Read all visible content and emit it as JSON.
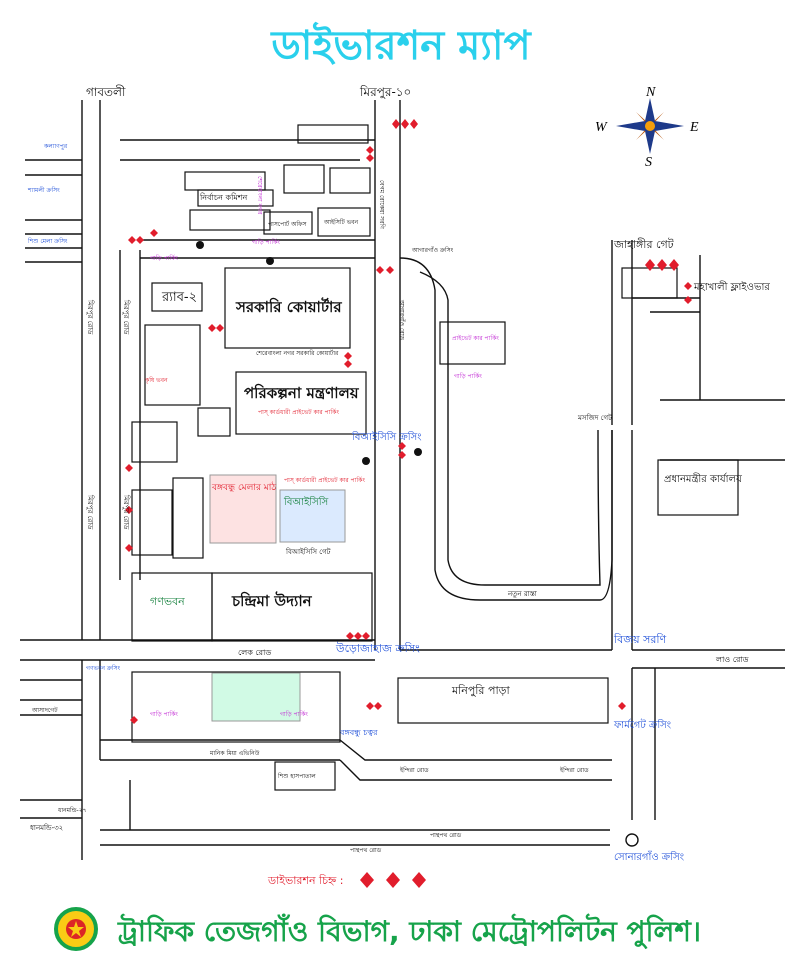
{
  "title": "ডাইভারশন ম্যাপ",
  "footer": "ট্রাফিক তেজগাঁও বিভাগ, ঢাকা মেট্রোপলিটন পুলিশ।",
  "colors": {
    "title": "#2ad0ec",
    "footer": "#16a34a",
    "road": "#111111",
    "parking": "#c026d3",
    "diversion": "#e11d2c",
    "crossing": "#1d4ed8",
    "green": "#15803d",
    "compass": "#1e3a8a"
  },
  "compass": {
    "n": "N",
    "e": "E",
    "s": "S",
    "w": "W"
  },
  "legend": {
    "label": "ডাইভারশন চিহ্ন :"
  },
  "labels": {
    "gabtoli": "গাবতলী",
    "mirpur10": "মিরপুর-১০",
    "kallyanpur": "কল্যাণপুর",
    "shyamoli": "শ্যামলী ক্রসিং",
    "shishumela": "শিশু মেলা ক্রসিং",
    "mirpur_road_a": "মিরপুর রোড",
    "mirpur_road_b": "মিরপুর রোড",
    "mirpur_road_c": "মিরপুর রোড",
    "mirpur_road_d": "মিরপুর রোড",
    "begum_rokeya": "বেগম রোকেয়া সরণি",
    "jahangir_gate": "জাহাঙ্গীর গেট",
    "mohakhali": "মহাখালী ফ্লাইওভার",
    "agargaon_crossing": "আগারগাঁও ক্রসিং",
    "rab2": "র‍্যাব-২",
    "sarkari": "সরকারি কোয়ার্টার",
    "planning": "পরিকল্পনা মন্ত্রণালয়",
    "bangabandhu_fair": "বঙ্গবন্ধু মেলার মাঠ",
    "bicc": "বিআইসিসি",
    "bicc_gate": "বিআইসিসি গেট",
    "bicc_crossing": "বিআইসিসি ক্রসিং",
    "election": "নির্বাচন কমিশন",
    "passport": "পাসপোর্ট অফিস",
    "ictower": "আইসিটি ভবন",
    "pm_office": "প্রধানমন্ত্রীর কার্যালয়",
    "mosque_gate": "মসজিদ গেট",
    "new_road": "নতুন রাস্তা",
    "ganabhaban": "গণভবন",
    "chandrima": "চন্দ্রিমা উদ্যান",
    "lake_road": "লেক রোড",
    "urojahaj": "উড়োজাহাজ ক্রসিং",
    "bijoy_sarani": "বিজয় সরণি",
    "lau_road": "লাও রোড",
    "manipuri": "মনিপুরি পাড়া",
    "farmgate": "ফার্মগেট ক্রসিং",
    "bangabandhu_square": "বঙ্গবন্ধু চত্বর",
    "sonargaon": "সোনারগাঁও ক্রসিং",
    "panthapath_a": "পান্থপথ রোড",
    "panthapath_b": "পান্থপথ রোড",
    "indira_a": "ইন্দিরা রোড",
    "indira_b": "ইন্দিরা রোড",
    "asad_gate": "আসাদগেট",
    "dhanmondi": "ধানমন্ডি-৩২",
    "dhanmondi2": "ধানমন্ডি-২৭",
    "ganabhaban_crossing": "গণভবন ক্রসিং",
    "sangsad_parking": "সংসদ ভবন পার্কিং",
    "krishi": "কৃষি ভবন",
    "agargaon_road": "আগারগাঁও রোড",
    "shere_bangla": "শেরেবাংলা নগর",
    "parking_private": "প্রাইভেট কার পার্কিং",
    "parking_general": "গাড়ি পার্কিং",
    "manik_mia": "মানিক মিয়া এভিনিউ",
    "children_hospital": "শিশু হাসপাতাল",
    "quarter_east": "শেরেবাংলা নগর সরকারি কোয়ার্টার",
    "bicc_parking": "পাস্ কার্ডধারী প্রাইভেট কার পার্কিং",
    "planning_parking": "পাস্ কার্ডধারী প্রাইভেট কার পার্কিং"
  }
}
